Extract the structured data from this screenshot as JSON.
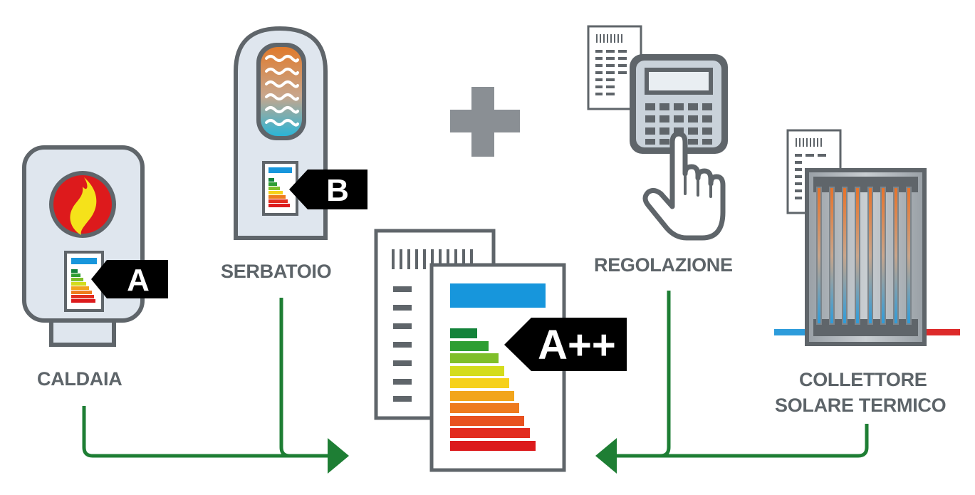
{
  "labels": {
    "caldaia": "CALDAIA",
    "serbatoio": "SERBATOIO",
    "regolazione": "REGOLAZIONE",
    "collettore_line1": "COLLETTORE",
    "collettore_line2": "SOLARE TERMICO"
  },
  "ratings": {
    "caldaia": "A",
    "serbatoio": "B",
    "package": "A++"
  },
  "icons": {
    "boiler": "boiler-icon",
    "flame": "flame-icon",
    "tank": "water-tank-icon",
    "plus": "plus-icon",
    "controller": "keypad-controller-icon",
    "hand": "pointing-hand-icon",
    "solar": "solar-collector-icon",
    "label": "energy-label-icon"
  },
  "colors": {
    "arrow": "#1e7e34",
    "outline": "#5f656a",
    "caption": "#5d6469",
    "body": "#dfe6ee",
    "tag": "#000000",
    "label_blue": "#1796dc",
    "plus": "#8a8f94",
    "energy_scale": [
      "#13833a",
      "#2e9e33",
      "#7fbf2a",
      "#d4dc1c",
      "#f6d11a",
      "#f2a51b",
      "#ee7b1e",
      "#e8511f",
      "#e22c1f",
      "#dc1a1c"
    ]
  }
}
